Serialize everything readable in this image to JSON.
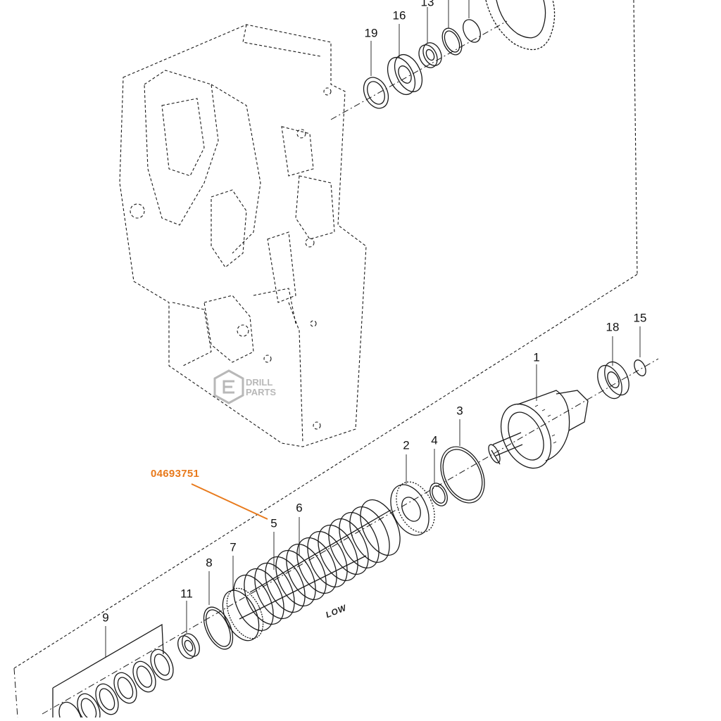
{
  "diagram": {
    "part_number": "04693751",
    "watermark": {
      "line1": "DRILL",
      "line2": "PARTS"
    },
    "stamp_low": "LOW",
    "callouts": [
      {
        "id": "c1",
        "label": "1"
      },
      {
        "id": "c2",
        "label": "2"
      },
      {
        "id": "c3",
        "label": "3"
      },
      {
        "id": "c4",
        "label": "4"
      },
      {
        "id": "c5",
        "label": "5"
      },
      {
        "id": "c6",
        "label": "6"
      },
      {
        "id": "c7",
        "label": "7"
      },
      {
        "id": "c8",
        "label": "8"
      },
      {
        "id": "c9",
        "label": "9"
      },
      {
        "id": "c11",
        "label": "11"
      },
      {
        "id": "c13",
        "label": "13"
      },
      {
        "id": "c15",
        "label": "15"
      },
      {
        "id": "c16",
        "label": "16"
      },
      {
        "id": "c18",
        "label": "18"
      },
      {
        "id": "c19",
        "label": "19"
      }
    ],
    "colors": {
      "line": "#1a1a1a",
      "accent": "#e87a1c",
      "watermark": "#b8b8b8"
    }
  }
}
